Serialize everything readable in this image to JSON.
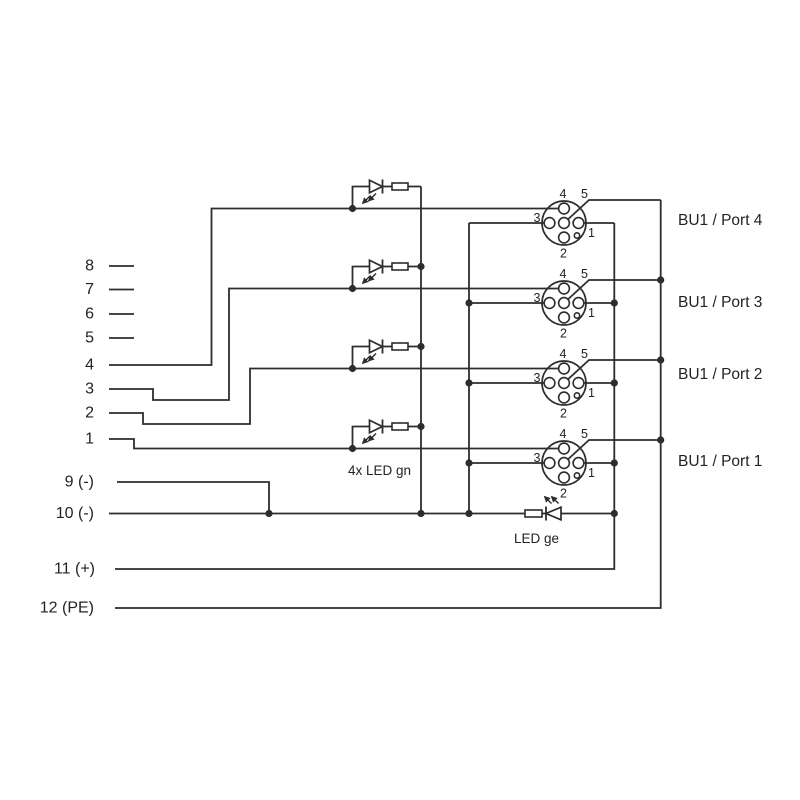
{
  "diagram": {
    "terminals": [
      {
        "label": "8"
      },
      {
        "label": "7"
      },
      {
        "label": "6"
      },
      {
        "label": "5"
      },
      {
        "label": "4"
      },
      {
        "label": "3"
      },
      {
        "label": "2"
      },
      {
        "label": "1"
      },
      {
        "label": "9 (-)"
      },
      {
        "label": "10 (-)"
      },
      {
        "label": "11 (+)"
      },
      {
        "label": "12 (PE)"
      }
    ],
    "ports": [
      {
        "label": "BU1 / Port 4"
      },
      {
        "label": "BU1 / Port 3"
      },
      {
        "label": "BU1 / Port 2"
      },
      {
        "label": "BU1 / Port 1"
      }
    ],
    "pin_labels": [
      "4",
      "5",
      "3",
      "1",
      "2"
    ],
    "led_green_label": "4x LED gn",
    "led_yellow_label": "LED ge",
    "colors": {
      "line": "#2d2d2d",
      "text": "#232323",
      "background": "#ffffff"
    }
  }
}
